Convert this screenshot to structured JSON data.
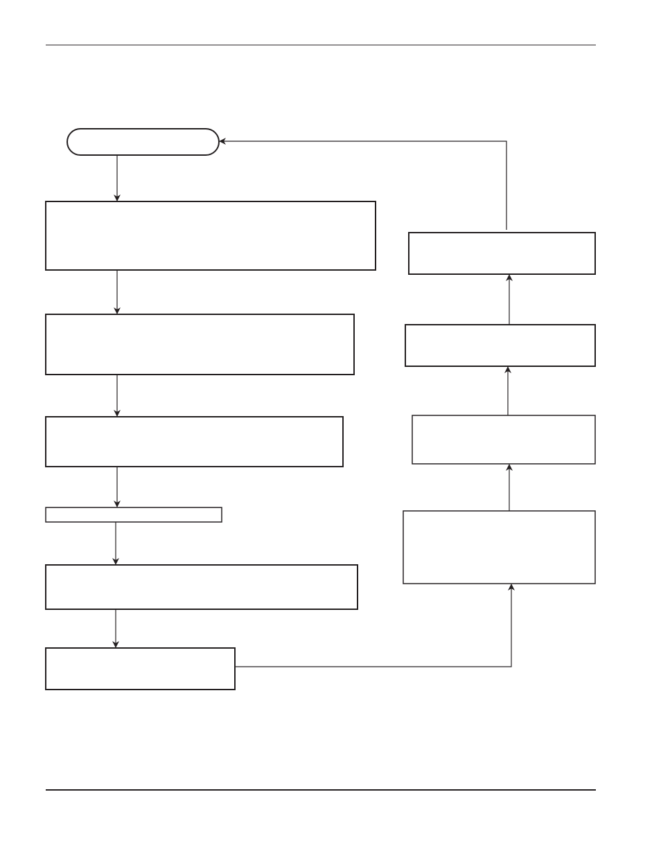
{
  "diagram": {
    "start": {
      "label": ""
    },
    "steps": [
      {
        "id": "step-1",
        "label": ""
      },
      {
        "id": "step-2",
        "label": ""
      },
      {
        "id": "step-3",
        "label": ""
      },
      {
        "id": "step-4",
        "label": ""
      },
      {
        "id": "step-5",
        "label": ""
      },
      {
        "id": "step-6",
        "label": ""
      },
      {
        "id": "step-7",
        "label": ""
      },
      {
        "id": "step-8",
        "label": ""
      },
      {
        "id": "step-9",
        "label": ""
      },
      {
        "id": "step-10",
        "label": ""
      }
    ]
  },
  "colors": {
    "ink": "#231f20",
    "background": "#ffffff"
  }
}
